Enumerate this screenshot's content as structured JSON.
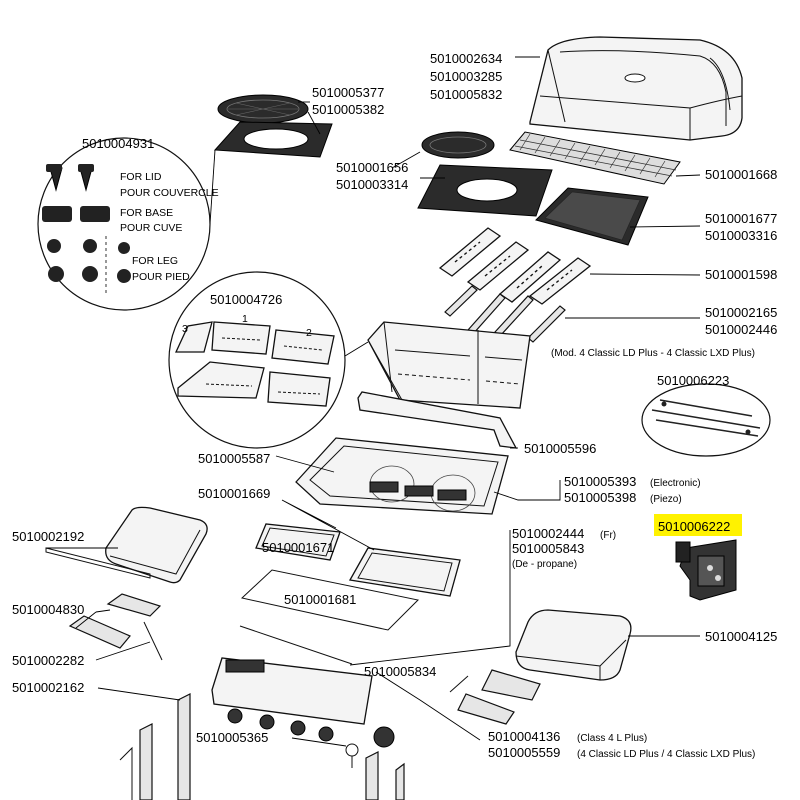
{
  "labels": {
    "l01": "5010002634",
    "l02": "5010003285",
    "l03": "5010005832",
    "l04": "5010005377",
    "l05": "5010005382",
    "l06": "5010004931",
    "l07": "5010001656",
    "l08": "5010003314",
    "l09": "5010001668",
    "l10": "5010001677",
    "l11": "5010003316",
    "l12": "5010001598",
    "l13": "5010004726",
    "l14": "5010002165",
    "l15": "5010002446",
    "l16": "(Mod. 4 Classic LD Plus - 4 Classic LXD Plus)",
    "l17": "5010006223",
    "l18": "5010005596",
    "l19": "5010005587",
    "l20": "5010005393",
    "l21": "(Electronic)",
    "l22": "5010005398",
    "l23": "(Piezo)",
    "l24": "5010001669",
    "l25": "5010002444",
    "l26": "(Fr)",
    "l27": "5010005843",
    "l28": "(De - propane)",
    "l29": "5010006222",
    "l30": "5010002192",
    "l31": "5010001671",
    "l32": "5010001681",
    "l33": "5010004830",
    "l34": "5010002282",
    "l35": "5010004125",
    "l36": "5010005834",
    "l37": "5010002162",
    "l38": "5010005365",
    "l39": "5010004136",
    "l40": "(Class 4 L Plus)",
    "l41": "5010005559",
    "l42": "(4 Classic LD Plus / 4 Classic LXD Plus)"
  },
  "callouts": {
    "for_lid": "FOR LID",
    "pour_couvercle": "POUR COUVERCLE",
    "for_base": "FOR BASE",
    "pour_cuve": "POUR CUVE",
    "for_leg": "FOR LEG",
    "pour_pied": "POUR PIED",
    "n3": "3",
    "n1": "1",
    "n2": "2"
  },
  "colors": {
    "highlight": "#fff200",
    "line": "#111111"
  }
}
